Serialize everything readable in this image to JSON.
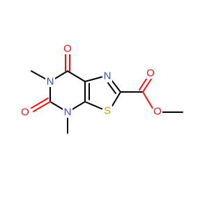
{
  "molecule": {
    "colors": {
      "carbon_bond": "#000000",
      "oxygen": "#ff0d0d",
      "nitrogen": "#3050f8",
      "sulfur": "#b8a800",
      "background": "#ffffff"
    },
    "atoms": {
      "o_top": "O",
      "n_left": "N",
      "n_bottom": "N",
      "o_left": "O",
      "n_ring": "N",
      "s_ring": "S",
      "o_carbonyl": "O",
      "o_ester": "O"
    }
  }
}
